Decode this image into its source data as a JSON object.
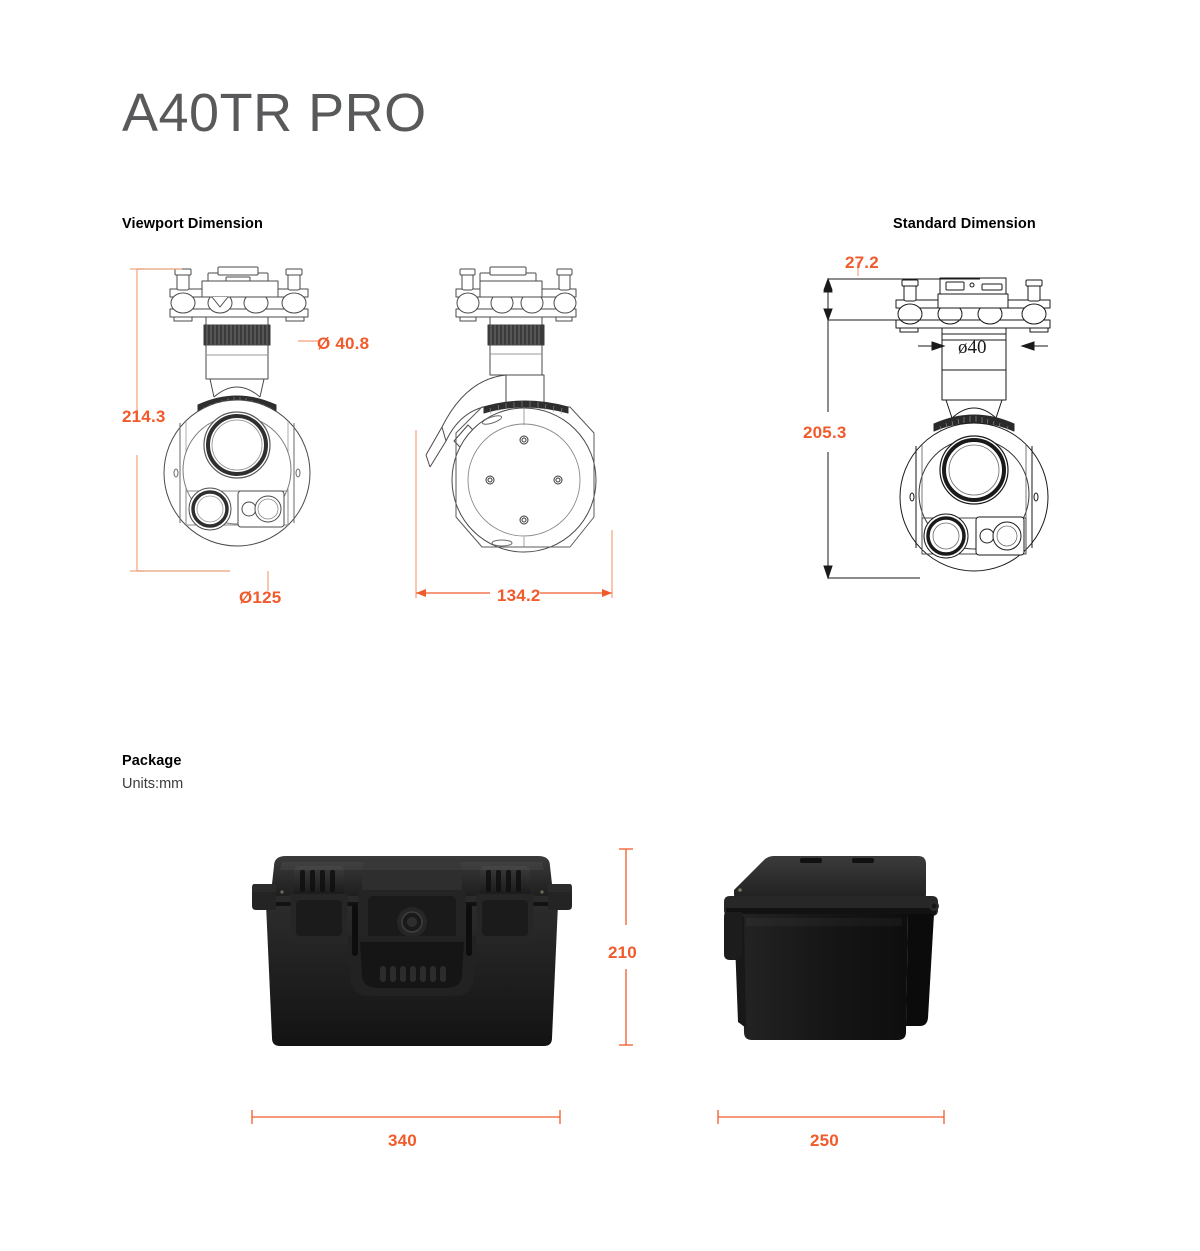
{
  "page": {
    "title": "A40TR PRO",
    "background": "#ffffff",
    "accent_color": "#f15a2b",
    "title_color": "#58595b"
  },
  "sections": {
    "viewport": {
      "heading": "Viewport Dimension"
    },
    "standard": {
      "heading": "Standard Dimension"
    },
    "package": {
      "heading": "Package",
      "units": "Units:mm"
    }
  },
  "dimensions": {
    "viewport_front": {
      "height": "214.3",
      "mount_diameter": "Ø 40.8",
      "body_diameter": "Ø125"
    },
    "viewport_side": {
      "width": "134.2"
    },
    "standard_front": {
      "mount_height": "27.2",
      "mount_diameter": "ø40",
      "height": "205.3"
    },
    "package_front": {
      "height": "210",
      "width": "340"
    },
    "package_side": {
      "width": "250"
    }
  },
  "icons": {
    "diameter_symbol": "Ø"
  }
}
